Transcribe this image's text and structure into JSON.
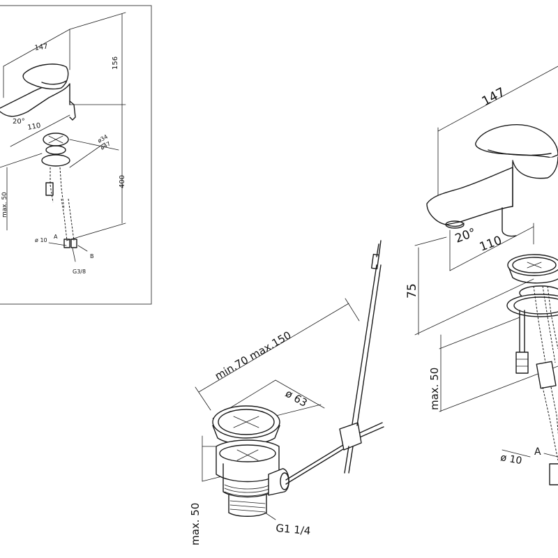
{
  "thumbnail": {
    "dims": {
      "width": "147",
      "height": "156",
      "angle": "20°",
      "reach": "110",
      "dia_inner": "ø34",
      "dia_outer": "ø47",
      "hose_length": "400",
      "max_thickness": "max. 50",
      "pipe": "ø 10",
      "label_a": "A",
      "label_b": "B",
      "thread": "G3/8"
    }
  },
  "waste": {
    "dims": {
      "lever_range": "min.70 max.150",
      "cap_diameter": "ø 63",
      "max_thickness": "max. 50",
      "thread": "G1 1/4"
    }
  },
  "faucet": {
    "dims": {
      "width": "147",
      "angle": "20°",
      "reach": "110",
      "height": "75",
      "max_thickness": "max. 50",
      "pipe": "ø 10",
      "label_a": "A"
    }
  }
}
